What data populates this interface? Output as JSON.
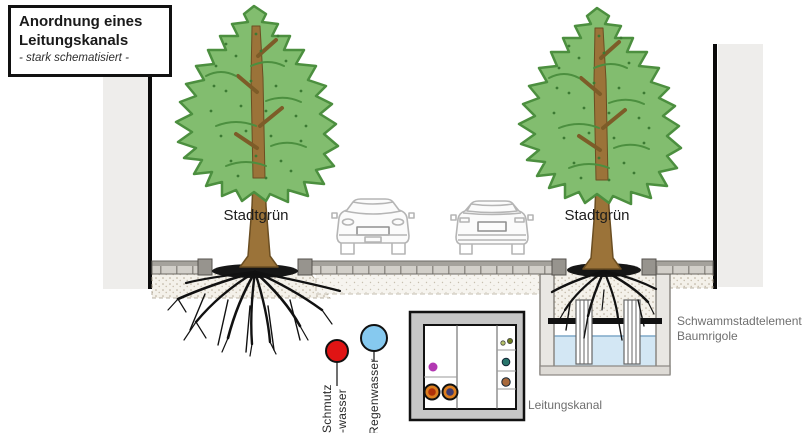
{
  "title": {
    "line1": "Anordnung eines",
    "line2": "Leitungskanals",
    "subtitle": "- stark schematisiert -"
  },
  "labels": {
    "stadtgruen_left": "Stadtgrün",
    "stadtgruen_right": "Stadtgrün",
    "schwammstadt_line1": "Schwammstadtelement",
    "schwammstadt_line2": "Baumrigole",
    "leitungskanal": "Leitungskanal",
    "schmutzwasser_line1": "Schmutz",
    "schmutzwasser_line2": "-wasser",
    "regenwasser": "Regenwasser"
  },
  "legend": {
    "schmutzwasser_color": "#e01414",
    "regenwasser_color": "#86c9ef"
  },
  "duct": {
    "dots": [
      {
        "name": "magenta-line",
        "color": "#b238b2"
      },
      {
        "name": "ring-pipe-1-ring",
        "color": "#dc7e1e"
      },
      {
        "name": "ring-pipe-1-core",
        "color": "#b03008"
      },
      {
        "name": "ring-pipe-2-ring",
        "color": "#dc7e1e"
      },
      {
        "name": "ring-pipe-2-core",
        "color": "#3f3a6e"
      },
      {
        "name": "small-line-1",
        "color": "#b5c268"
      },
      {
        "name": "small-line-2",
        "color": "#6d7c1e"
      },
      {
        "name": "teal-line",
        "color": "#28756b"
      },
      {
        "name": "brown-line",
        "color": "#a8693c"
      }
    ]
  },
  "colors": {
    "foliage": "#82bd6f",
    "foliageline": "#4c8f3f",
    "trunk": "#9b7339",
    "water": "#d3e7f4",
    "wallband": "#eeedeb",
    "pavement": "#d2cfc9",
    "ductgray": "#c6c6c6",
    "captext": "#6f6f6f"
  }
}
